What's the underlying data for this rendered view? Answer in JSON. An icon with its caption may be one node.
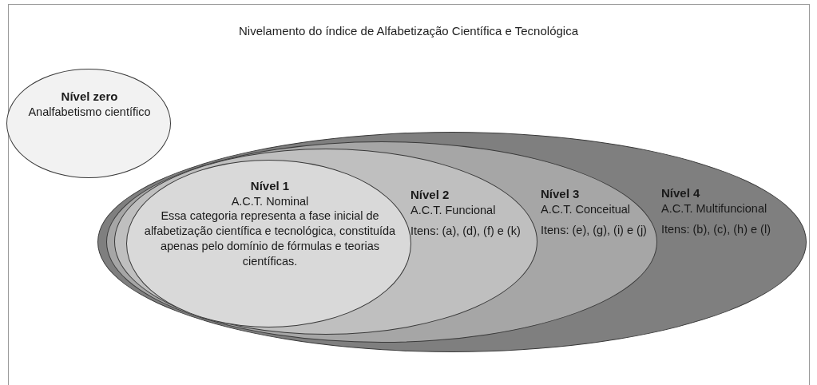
{
  "diagram": {
    "title": "Nivelamento do índice de Alfabetização Científica e Tecnológica",
    "nodes": [
      {
        "text": [
          "Nível zero",
          "Analfabetismo científico"
        ]
      },
      {
        "text": [
          "Nível 4",
          "A.C.T. Multifuncional",
          "Itens: (b), (c), (h) e (l)"
        ]
      },
      {
        "text": [
          "Nível 3",
          "A.C.T. Conceitual",
          "Itens: (e), (g), (i) e (j)"
        ],
        "in": 1
      },
      {
        "text": [
          "Nível 2",
          "A.C.T. Funcional",
          "Itens: (a), (d), (f) e (k)"
        ],
        "in": 2
      },
      {
        "text": [
          "Nível 1",
          "A.C.T. Nominal",
          "Essa categoria representa a fase inicial de alfabetização científica e tecnológica, constituída apenas pelo domínio de fórmulas e teorias científicas."
        ],
        "in": 3
      }
    ]
  }
}
